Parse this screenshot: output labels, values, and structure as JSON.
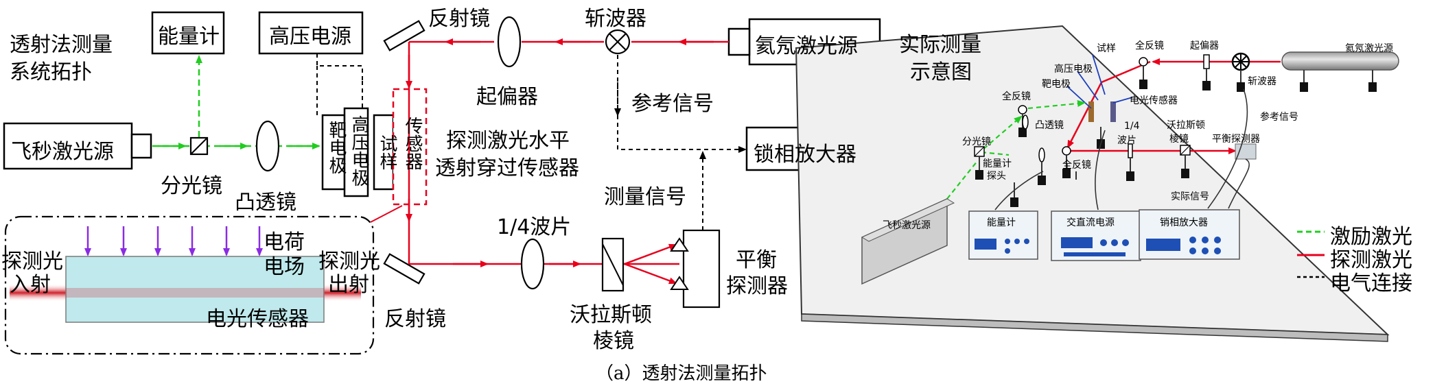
{
  "left": {
    "title_line1": "透射法测量",
    "title_line2": "系统拓扑",
    "boxes": {
      "energy_meter": "能量计",
      "hv_supply": "高压电源",
      "he_ne": "氦氖激光源",
      "fs_laser": "飞秒激光源",
      "lockin": "锁相放大器"
    },
    "labels": {
      "mirror_top": "反射镜",
      "chopper": "斩波器",
      "polarizer": "起偏器",
      "ref_signal": "参考信号",
      "probe_text_1": "探测激光水平",
      "probe_text_2": "透射穿过传感器",
      "beam_splitter": "分光镜",
      "convex_lens": "凸透镜",
      "measure_signal": "测量信号",
      "quarter_wave": "1/4波片",
      "balanced_1": "平衡",
      "balanced_2": "探测器",
      "mirror_bottom": "反射镜",
      "wollaston_1": "沃拉斯顿",
      "wollaston_2": "棱镜",
      "charge_field_1": "电荷",
      "charge_field_2": "电场",
      "probe_in_1": "探测光",
      "probe_in_2": "入射",
      "probe_out_1": "探测光",
      "probe_out_2": "出射",
      "eo_sensor": "电光传感器"
    },
    "sensor_stack": {
      "target": "靶电极",
      "hv": "高压电极",
      "sample": "试样",
      "sensor": "传感器"
    }
  },
  "right": {
    "title_line1": "实际测量",
    "title_line2": "示意图",
    "labels": {
      "sample": "试样",
      "full_mirror_1": "全反镜",
      "polarizer": "起偏器",
      "he_ne": "氦氖激光源",
      "hv_electrode": "高压电极",
      "target_electrode": "靶电极",
      "chopper": "斩波器",
      "full_mirror_2": "全反镜",
      "eo_sensor": "电光传感器",
      "convex_lens": "凸透镜",
      "ref_signal": "参考信号",
      "beam_splitter": "分光镜",
      "quarter_a": "1/4",
      "quarter_b": "波片",
      "wollaston_a": "沃拉斯顿",
      "wollaston_b": "棱镜",
      "balanced": "平衡探测器",
      "energy_probe_a": "能量计",
      "energy_probe_b": "探头",
      "full_mirror_3": "全反镜",
      "actual_signal": "实际信号",
      "fs_laser": "飞秒激光源",
      "energy_meter": "能量计",
      "acdc_supply": "交直流电源",
      "lockin": "销相放大器"
    }
  },
  "legend": {
    "excite": "激励激光",
    "probe": "探测激光",
    "electric": "电气连接"
  },
  "caption": "（a）透射法测量拓扑",
  "colors": {
    "excite": "#22cc22",
    "probe": "#e8001c",
    "electric": "#000000",
    "field_arrow": "#8a2be2",
    "sensor_fill": "#bfe9ec",
    "sensor_beam": "#d0202a"
  }
}
